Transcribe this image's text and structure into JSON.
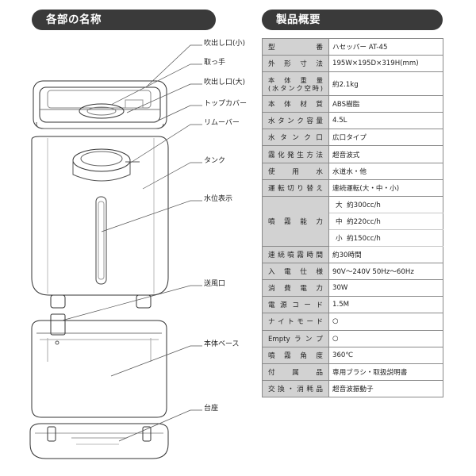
{
  "left_header": "各部の名称",
  "right_header": "製品概要",
  "part_labels": [
    "吹出し口(小)",
    "取っ手",
    "吹出し口(大)",
    "トップカバー",
    "リムーバー",
    "タンク",
    "水位表示",
    "送風口",
    "本体ベース",
    "台座"
  ],
  "spec": {
    "model": {
      "key": "型番",
      "value": "ハセッパー AT-45"
    },
    "dimensions": {
      "key": "外形寸法",
      "value": "195W×195D×319H(mm)"
    },
    "weight": {
      "key": "本体重量\n(水タンク空時)",
      "value": "約2.1kg"
    },
    "material": {
      "key": "本体材質",
      "value": "ABS樹脂"
    },
    "tank_capacity": {
      "key": "水タンク容量",
      "value": "4.5L"
    },
    "tank_opening": {
      "key": "水タンク口",
      "value": "広口タイプ"
    },
    "mist_method": {
      "key": "霧化発生方法",
      "value": "超音波式"
    },
    "water": {
      "key": "使用水",
      "value": "水道水・他"
    },
    "mode_switch": {
      "key": "運転切り替え",
      "value": "連続運転(大・中・小)"
    },
    "mist_capacity": {
      "key": "噴霧能力",
      "rows": [
        {
          "level": "大",
          "value": "約300cc/h"
        },
        {
          "level": "中",
          "value": "約220cc/h"
        },
        {
          "level": "小",
          "value": "約150cc/h"
        }
      ]
    },
    "continuous_time": {
      "key": "連続噴霧時間",
      "value": "約30時間"
    },
    "input": {
      "key": "入電仕様",
      "value": "90V〜240V  50Hz〜60Hz"
    },
    "power": {
      "key": "消費電力",
      "value": "30W"
    },
    "cord": {
      "key": "電源コード",
      "value": "1.5M"
    },
    "night_mode": {
      "key": "ナイトモード",
      "value": "○"
    },
    "empty_lamp": {
      "key": "Emptyランプ",
      "value": "○"
    },
    "spray_angle": {
      "key": "噴霧角度",
      "value": "360℃"
    },
    "accessories": {
      "key": "付属品",
      "value": "専用ブラシ・取扱説明書"
    },
    "replacement": {
      "key": "交換・消耗品",
      "value": "超音波振動子"
    }
  },
  "colors": {
    "header_bg": "#3a3a3a",
    "key_cell_bg": "#d2d2d2"
  }
}
